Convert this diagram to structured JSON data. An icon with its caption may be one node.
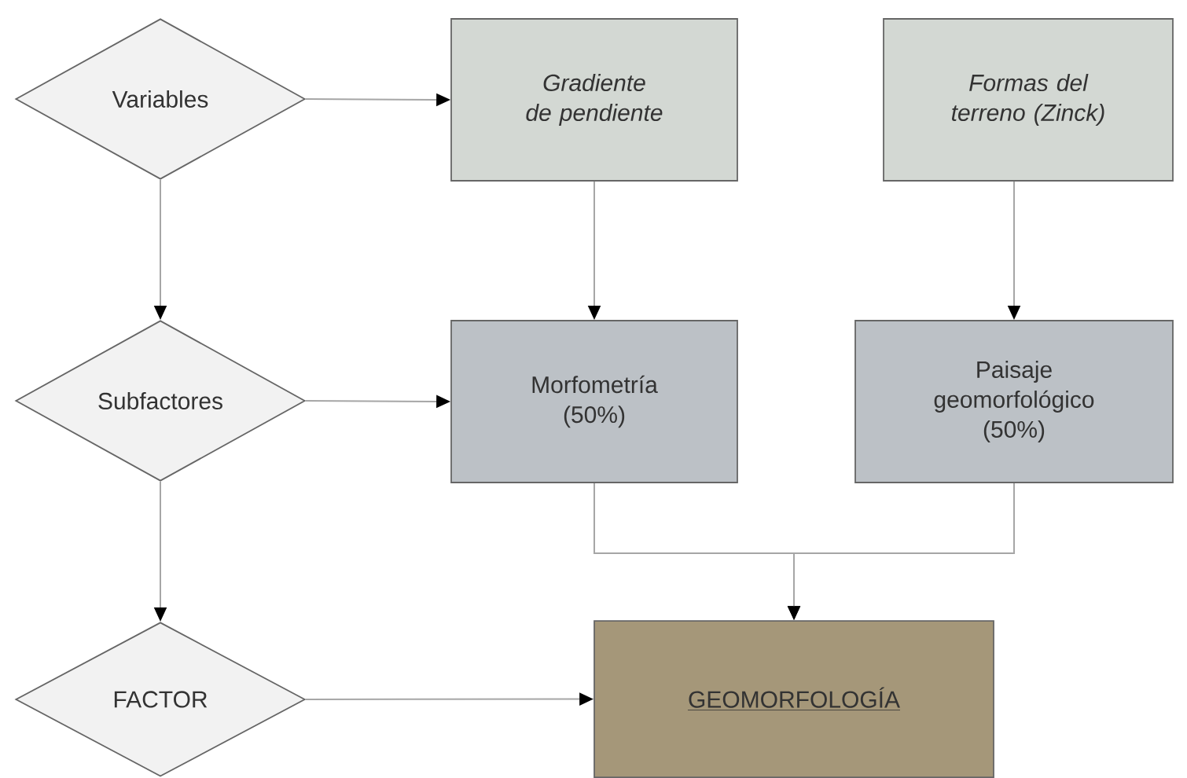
{
  "diagram": {
    "nodes": [
      {
        "text": [
          "Variables"
        ]
      },
      {
        "text": [
          "Gradiente de pendiente"
        ]
      },
      {
        "text": [
          "Formas del terreno (Zinck)"
        ]
      },
      {
        "text": [
          "Subfactores"
        ]
      },
      {
        "text": [
          "Morfometría (50%)"
        ]
      },
      {
        "text": [
          "Paisaje geomorfológico (50%)"
        ]
      },
      {
        "text": [
          "FACTOR"
        ]
      },
      {
        "text": [
          "GEOMORFOLOGÍA"
        ]
      }
    ],
    "edges": [
      {
        "from": 0,
        "to": 1,
        "arrow": "to"
      },
      {
        "from": 0,
        "to": 3,
        "arrow": "to"
      },
      {
        "from": 1,
        "to": 4,
        "arrow": "to"
      },
      {
        "from": 2,
        "to": 5,
        "arrow": "to"
      },
      {
        "from": 3,
        "to": 4,
        "arrow": "to"
      },
      {
        "from": 3,
        "to": 6,
        "arrow": "to"
      },
      {
        "from": 4,
        "to": 7,
        "arrow": "to"
      },
      {
        "from": 5,
        "to": 7,
        "arrow": "to"
      },
      {
        "from": 6,
        "to": 7,
        "arrow": "to"
      }
    ]
  }
}
